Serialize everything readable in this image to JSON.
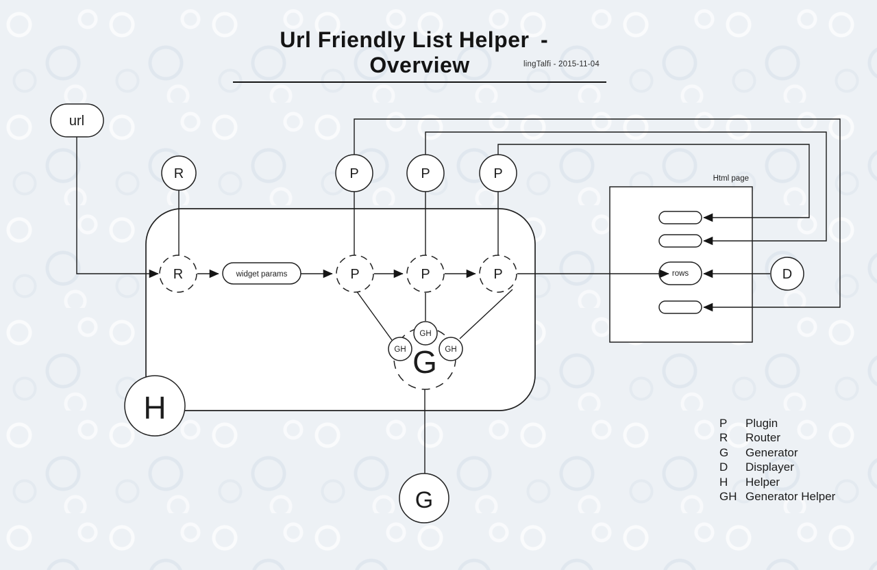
{
  "header": {
    "title": "Url Friendly List Helper - Overview",
    "subtitle": "lingTalfi - 2015-11-04"
  },
  "labels": {
    "url": "url",
    "router": "R",
    "plugin": "P",
    "generator": "G",
    "displayer": "D",
    "helper": "H",
    "generator_helper": "GH",
    "widget_params": "widget params",
    "rows": "rows",
    "html_page": "Html page"
  },
  "legend": {
    "items": [
      {
        "key": "P",
        "label": "Plugin"
      },
      {
        "key": "R",
        "label": "Router"
      },
      {
        "key": "G",
        "label": "Generator"
      },
      {
        "key": "D",
        "label": "Displayer"
      },
      {
        "key": "H",
        "label": "Helper"
      },
      {
        "key": "GH",
        "label": "Generator Helper"
      }
    ]
  },
  "colors": {
    "background": "#edf1f5",
    "ink": "#1c1c1c",
    "node_fill": "#ffffff"
  }
}
